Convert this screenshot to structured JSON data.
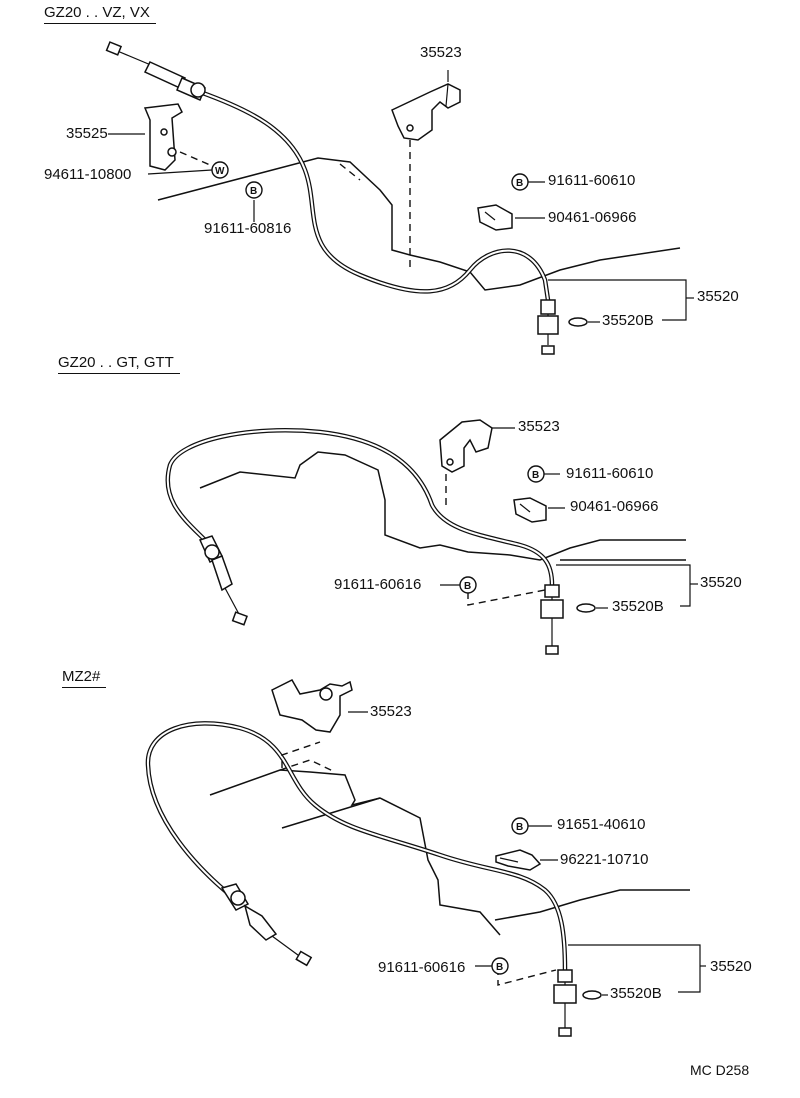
{
  "sections": [
    {
      "title": "GZ20 . . VZ, VX",
      "parts": {
        "clamp": "35523",
        "bracket": "35525",
        "washer_bolt": "94611-10800",
        "bolt_lower": "91611-60816",
        "bolt_right": "91611-60610",
        "clip": "90461-06966",
        "cable": "35520",
        "ring": "35520B"
      },
      "marks": {
        "washer": "W",
        "bolt_lower": "B",
        "bolt_right": "B"
      }
    },
    {
      "title": "GZ20 . . GT, GTT",
      "parts": {
        "clamp": "35523",
        "bolt_right": "91611-60610",
        "clip": "90461-06966",
        "bolt_lower": "91611-60616",
        "cable": "35520",
        "ring": "35520B"
      },
      "marks": {
        "bolt_right": "B",
        "bolt_lower": "B"
      }
    },
    {
      "title": "MZ2#",
      "parts": {
        "clamp": "35523",
        "bolt_right": "91651-40610",
        "clip": "96221-10710",
        "bolt_lower": "91611-60616",
        "cable": "35520",
        "ring": "35520B"
      },
      "marks": {
        "bolt_right": "B",
        "bolt_lower": "B"
      }
    }
  ],
  "figure_code": "MC D258"
}
